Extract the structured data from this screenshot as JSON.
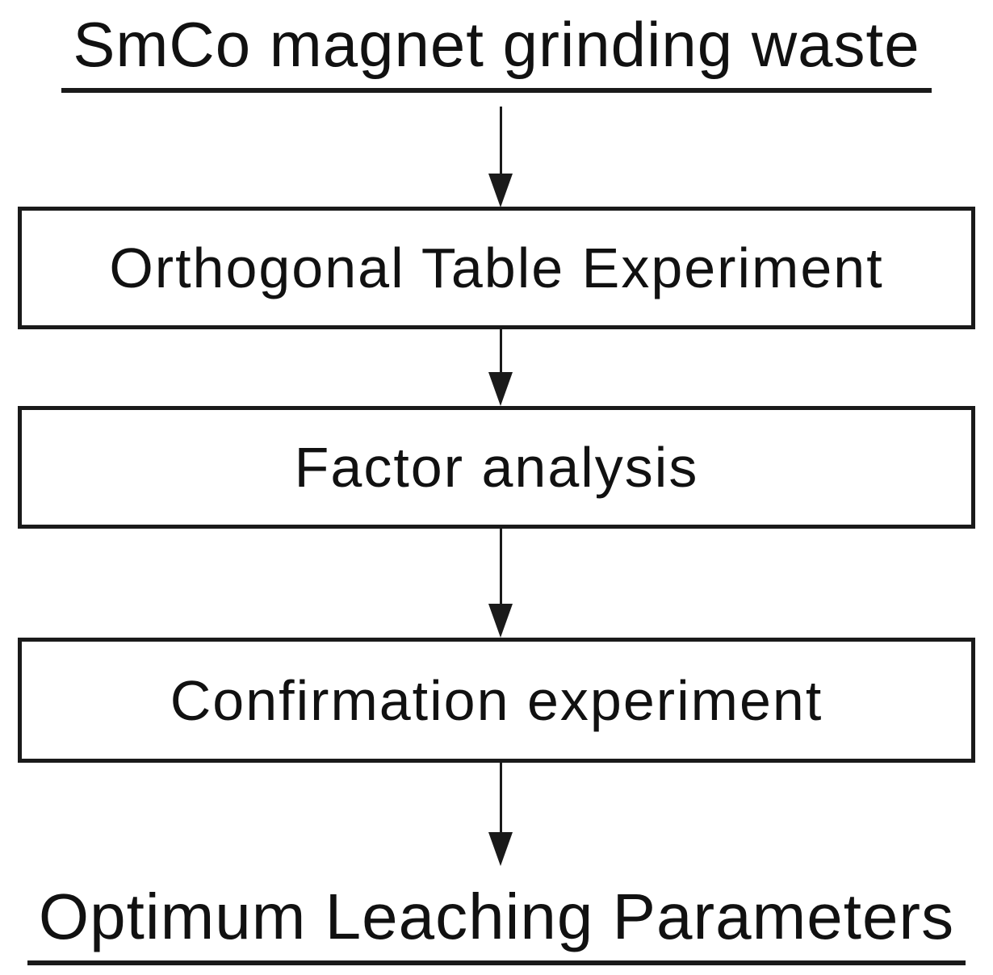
{
  "flowchart": {
    "start": {
      "label": "SmCo magnet grinding waste"
    },
    "boxes": [
      {
        "label": "Orthogonal Table Experiment"
      },
      {
        "label": "Factor analysis"
      },
      {
        "label": "Confirmation experiment"
      }
    ],
    "end": {
      "label": "Optimum Leaching Parameters"
    },
    "colors": {
      "stroke": "#1a1a1a",
      "text": "#111111",
      "background": "#ffffff"
    }
  }
}
